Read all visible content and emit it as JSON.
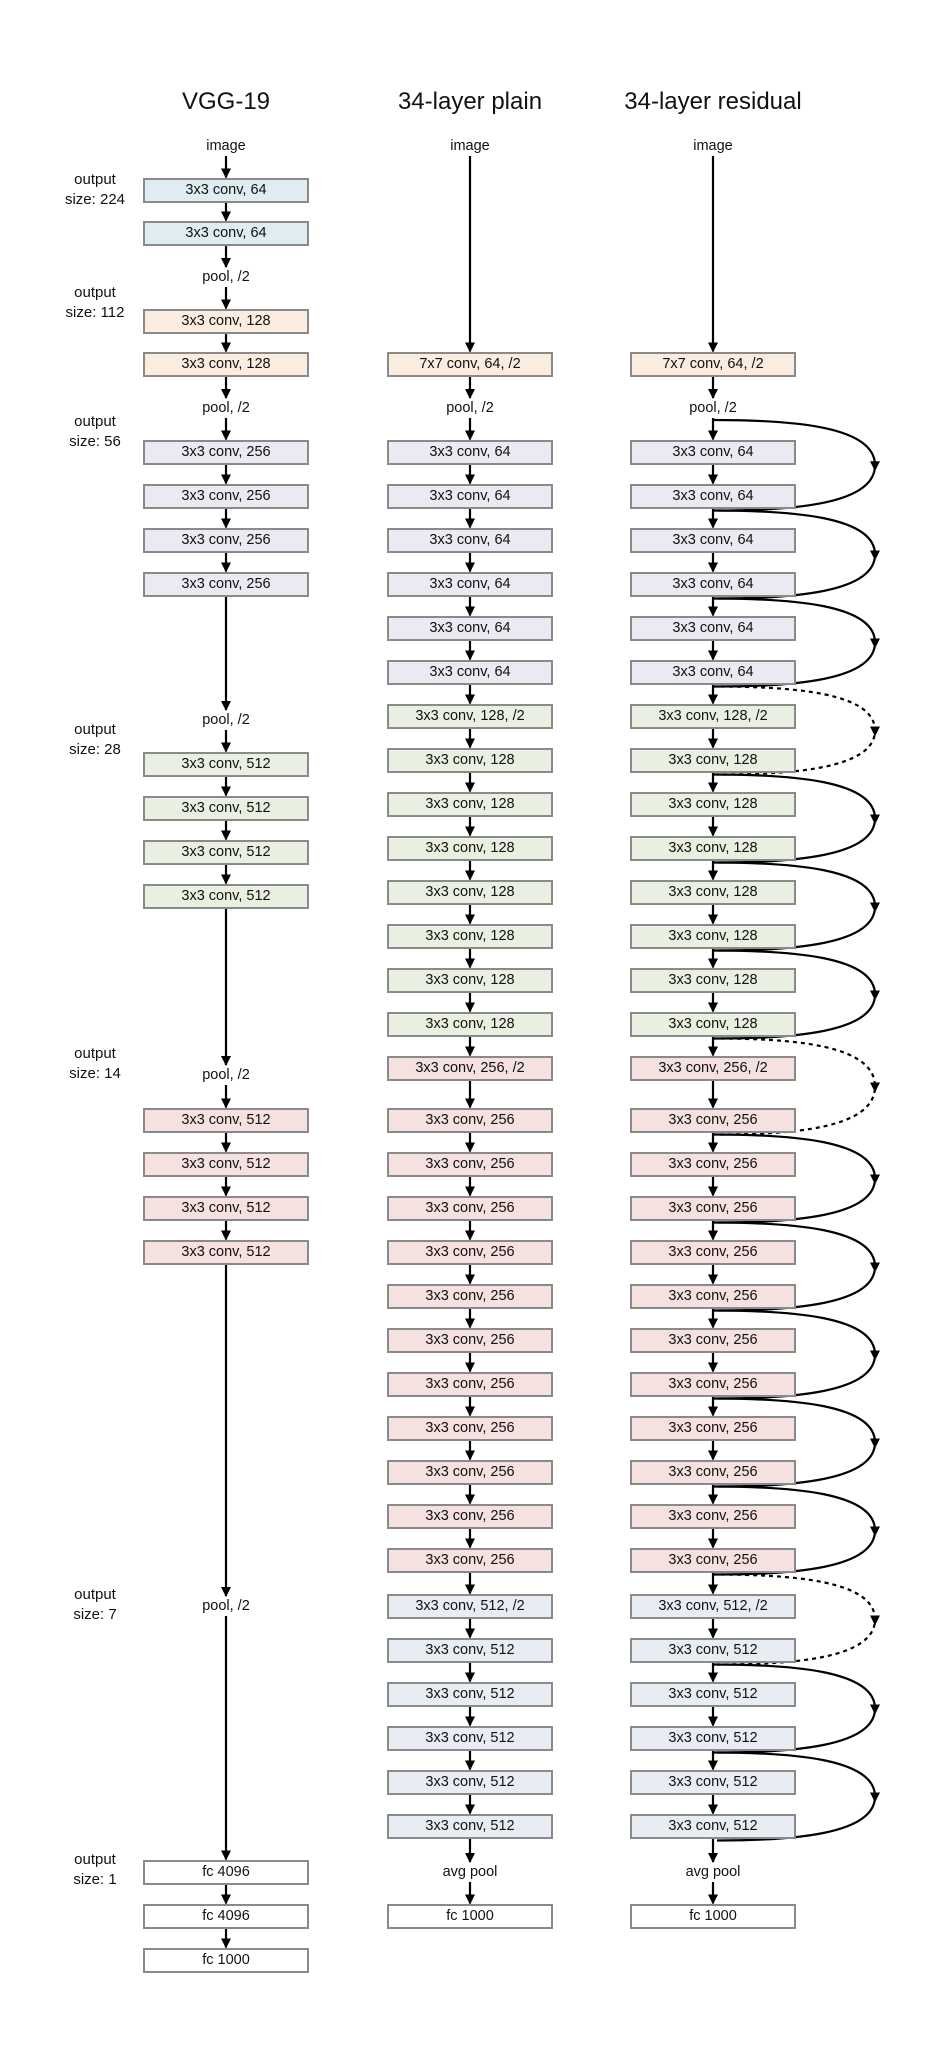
{
  "columns": [
    {
      "title": "VGG-19",
      "items": [
        {
          "text": "image",
          "kind": "label"
        },
        {
          "text": "3x3 conv, 64",
          "kind": "box",
          "color": "#dfecf2"
        },
        {
          "text": "3x3 conv, 64",
          "kind": "box",
          "color": "#dfecf2"
        },
        {
          "text": "pool, /2",
          "kind": "label"
        },
        {
          "text": "3x3 conv, 128",
          "kind": "box",
          "color": "#fbece0"
        },
        {
          "text": "3x3 conv, 128",
          "kind": "box",
          "color": "#fbece0"
        },
        {
          "text": "pool, /2",
          "kind": "label"
        },
        {
          "text": "3x3 conv, 256",
          "kind": "box",
          "color": "#ebe9f1"
        },
        {
          "text": "3x3 conv, 256",
          "kind": "box",
          "color": "#ebe9f1"
        },
        {
          "text": "3x3 conv, 256",
          "kind": "box",
          "color": "#ebe9f1"
        },
        {
          "text": "3x3 conv, 256",
          "kind": "box",
          "color": "#ebe9f1"
        },
        {
          "text": "pool, /2",
          "kind": "label"
        },
        {
          "text": "3x3 conv, 512",
          "kind": "box",
          "color": "#eaf0e1"
        },
        {
          "text": "3x3 conv, 512",
          "kind": "box",
          "color": "#eaf0e1"
        },
        {
          "text": "3x3 conv, 512",
          "kind": "box",
          "color": "#eaf0e1"
        },
        {
          "text": "3x3 conv, 512",
          "kind": "box",
          "color": "#eaf0e1"
        },
        {
          "text": "pool, /2",
          "kind": "label"
        },
        {
          "text": "3x3 conv, 512",
          "kind": "box",
          "color": "#f5e1df"
        },
        {
          "text": "3x3 conv, 512",
          "kind": "box",
          "color": "#f5e1df"
        },
        {
          "text": "3x3 conv, 512",
          "kind": "box",
          "color": "#f5e1df"
        },
        {
          "text": "3x3 conv, 512",
          "kind": "box",
          "color": "#f5e1df"
        },
        {
          "text": "pool, /2",
          "kind": "label"
        },
        {
          "text": "fc 4096",
          "kind": "box",
          "color": "#ffffff"
        },
        {
          "text": "fc 4096",
          "kind": "box",
          "color": "#ffffff"
        },
        {
          "text": "fc 1000",
          "kind": "box",
          "color": "#ffffff"
        }
      ]
    },
    {
      "title": "34-layer plain",
      "items": [
        {
          "text": "image",
          "kind": "label"
        },
        {
          "text": "7x7 conv, 64, /2",
          "kind": "box",
          "color": "#fbece0"
        },
        {
          "text": "pool, /2",
          "kind": "label"
        },
        {
          "text": "3x3 conv, 64",
          "kind": "box",
          "color": "#ebe9f1"
        },
        {
          "text": "3x3 conv, 64",
          "kind": "box",
          "color": "#ebe9f1"
        },
        {
          "text": "3x3 conv, 64",
          "kind": "box",
          "color": "#ebe9f1"
        },
        {
          "text": "3x3 conv, 64",
          "kind": "box",
          "color": "#ebe9f1"
        },
        {
          "text": "3x3 conv, 64",
          "kind": "box",
          "color": "#ebe9f1"
        },
        {
          "text": "3x3 conv, 64",
          "kind": "box",
          "color": "#ebe9f1"
        },
        {
          "text": "3x3 conv, 128, /2",
          "kind": "box",
          "color": "#eaf0e1"
        },
        {
          "text": "3x3 conv, 128",
          "kind": "box",
          "color": "#eaf0e1"
        },
        {
          "text": "3x3 conv, 128",
          "kind": "box",
          "color": "#eaf0e1"
        },
        {
          "text": "3x3 conv, 128",
          "kind": "box",
          "color": "#eaf0e1"
        },
        {
          "text": "3x3 conv, 128",
          "kind": "box",
          "color": "#eaf0e1"
        },
        {
          "text": "3x3 conv, 128",
          "kind": "box",
          "color": "#eaf0e1"
        },
        {
          "text": "3x3 conv, 128",
          "kind": "box",
          "color": "#eaf0e1"
        },
        {
          "text": "3x3 conv, 128",
          "kind": "box",
          "color": "#eaf0e1"
        },
        {
          "text": "3x3 conv, 256, /2",
          "kind": "box",
          "color": "#f5e1df"
        },
        {
          "text": "3x3 conv, 256",
          "kind": "box",
          "color": "#f5e1df"
        },
        {
          "text": "3x3 conv, 256",
          "kind": "box",
          "color": "#f5e1df"
        },
        {
          "text": "3x3 conv, 256",
          "kind": "box",
          "color": "#f5e1df"
        },
        {
          "text": "3x3 conv, 256",
          "kind": "box",
          "color": "#f5e1df"
        },
        {
          "text": "3x3 conv, 256",
          "kind": "box",
          "color": "#f5e1df"
        },
        {
          "text": "3x3 conv, 256",
          "kind": "box",
          "color": "#f5e1df"
        },
        {
          "text": "3x3 conv, 256",
          "kind": "box",
          "color": "#f5e1df"
        },
        {
          "text": "3x3 conv, 256",
          "kind": "box",
          "color": "#f5e1df"
        },
        {
          "text": "3x3 conv, 256",
          "kind": "box",
          "color": "#f5e1df"
        },
        {
          "text": "3x3 conv, 256",
          "kind": "box",
          "color": "#f5e1df"
        },
        {
          "text": "3x3 conv, 256",
          "kind": "box",
          "color": "#f5e1df"
        },
        {
          "text": "3x3 conv, 512, /2",
          "kind": "box",
          "color": "#e8ecf3"
        },
        {
          "text": "3x3 conv, 512",
          "kind": "box",
          "color": "#e8ecf3"
        },
        {
          "text": "3x3 conv, 512",
          "kind": "box",
          "color": "#e8ecf3"
        },
        {
          "text": "3x3 conv, 512",
          "kind": "box",
          "color": "#e8ecf3"
        },
        {
          "text": "3x3 conv, 512",
          "kind": "box",
          "color": "#e8ecf3"
        },
        {
          "text": "3x3 conv, 512",
          "kind": "box",
          "color": "#e8ecf3"
        },
        {
          "text": "avg pool",
          "kind": "label"
        },
        {
          "text": "fc 1000",
          "kind": "box",
          "color": "#ffffff"
        }
      ]
    },
    {
      "title": "34-layer residual",
      "items": [
        {
          "text": "image",
          "kind": "label"
        },
        {
          "text": "7x7 conv, 64, /2",
          "kind": "box",
          "color": "#fbece0"
        },
        {
          "text": "pool, /2",
          "kind": "label"
        },
        {
          "text": "3x3 conv, 64",
          "kind": "box",
          "color": "#ebe9f1"
        },
        {
          "text": "3x3 conv, 64",
          "kind": "box",
          "color": "#ebe9f1"
        },
        {
          "text": "3x3 conv, 64",
          "kind": "box",
          "color": "#ebe9f1"
        },
        {
          "text": "3x3 conv, 64",
          "kind": "box",
          "color": "#ebe9f1"
        },
        {
          "text": "3x3 conv, 64",
          "kind": "box",
          "color": "#ebe9f1"
        },
        {
          "text": "3x3 conv, 64",
          "kind": "box",
          "color": "#ebe9f1"
        },
        {
          "text": "3x3 conv, 128, /2",
          "kind": "box",
          "color": "#eaf0e1"
        },
        {
          "text": "3x3 conv, 128",
          "kind": "box",
          "color": "#eaf0e1"
        },
        {
          "text": "3x3 conv, 128",
          "kind": "box",
          "color": "#eaf0e1"
        },
        {
          "text": "3x3 conv, 128",
          "kind": "box",
          "color": "#eaf0e1"
        },
        {
          "text": "3x3 conv, 128",
          "kind": "box",
          "color": "#eaf0e1"
        },
        {
          "text": "3x3 conv, 128",
          "kind": "box",
          "color": "#eaf0e1"
        },
        {
          "text": "3x3 conv, 128",
          "kind": "box",
          "color": "#eaf0e1"
        },
        {
          "text": "3x3 conv, 128",
          "kind": "box",
          "color": "#eaf0e1"
        },
        {
          "text": "3x3 conv, 256, /2",
          "kind": "box",
          "color": "#f5e1df"
        },
        {
          "text": "3x3 conv, 256",
          "kind": "box",
          "color": "#f5e1df"
        },
        {
          "text": "3x3 conv, 256",
          "kind": "box",
          "color": "#f5e1df"
        },
        {
          "text": "3x3 conv, 256",
          "kind": "box",
          "color": "#f5e1df"
        },
        {
          "text": "3x3 conv, 256",
          "kind": "box",
          "color": "#f5e1df"
        },
        {
          "text": "3x3 conv, 256",
          "kind": "box",
          "color": "#f5e1df"
        },
        {
          "text": "3x3 conv, 256",
          "kind": "box",
          "color": "#f5e1df"
        },
        {
          "text": "3x3 conv, 256",
          "kind": "box",
          "color": "#f5e1df"
        },
        {
          "text": "3x3 conv, 256",
          "kind": "box",
          "color": "#f5e1df"
        },
        {
          "text": "3x3 conv, 256",
          "kind": "box",
          "color": "#f5e1df"
        },
        {
          "text": "3x3 conv, 256",
          "kind": "box",
          "color": "#f5e1df"
        },
        {
          "text": "3x3 conv, 256",
          "kind": "box",
          "color": "#f5e1df"
        },
        {
          "text": "3x3 conv, 512, /2",
          "kind": "box",
          "color": "#e8ecf3"
        },
        {
          "text": "3x3 conv, 512",
          "kind": "box",
          "color": "#e8ecf3"
        },
        {
          "text": "3x3 conv, 512",
          "kind": "box",
          "color": "#e8ecf3"
        },
        {
          "text": "3x3 conv, 512",
          "kind": "box",
          "color": "#e8ecf3"
        },
        {
          "text": "3x3 conv, 512",
          "kind": "box",
          "color": "#e8ecf3"
        },
        {
          "text": "3x3 conv, 512",
          "kind": "box",
          "color": "#e8ecf3"
        },
        {
          "text": "avg pool",
          "kind": "label"
        },
        {
          "text": "fc 1000",
          "kind": "box",
          "color": "#ffffff"
        }
      ]
    }
  ],
  "output_sizes": [
    {
      "line1": "output",
      "line2": "size: 224"
    },
    {
      "line1": "output",
      "line2": "size: 112"
    },
    {
      "line1": "output",
      "line2": "size: 56"
    },
    {
      "line1": "output",
      "line2": "size: 28"
    },
    {
      "line1": "output",
      "line2": "size: 14"
    },
    {
      "line1": "output",
      "line2": "size: 7"
    },
    {
      "line1": "output",
      "line2": "size: 1"
    }
  ],
  "shortcuts": [
    {
      "from": "pool, /2",
      "to": "second 3x3 conv, 64",
      "style": "solid"
    },
    {
      "from": "second 3x3 conv, 64",
      "to": "fourth 3x3 conv, 64",
      "style": "solid"
    },
    {
      "from": "fourth 3x3 conv, 64",
      "to": "sixth 3x3 conv, 64",
      "style": "solid"
    },
    {
      "from": "sixth 3x3 conv, 64",
      "to": "first 3x3 conv, 128",
      "style": "dashed"
    },
    {
      "from": "first 3x3 conv, 128",
      "to": "third 3x3 conv, 128",
      "style": "solid"
    },
    {
      "from": "third 3x3 conv, 128",
      "to": "fifth 3x3 conv, 128",
      "style": "solid"
    },
    {
      "from": "fifth 3x3 conv, 128",
      "to": "seventh 3x3 conv, 128",
      "style": "solid"
    },
    {
      "from": "seventh 3x3 conv, 128",
      "to": "first 3x3 conv, 256",
      "style": "dashed"
    },
    {
      "from": "first 3x3 conv, 256",
      "to": "third 3x3 conv, 256",
      "style": "solid"
    },
    {
      "from": "third 3x3 conv, 256",
      "to": "fifth 3x3 conv, 256",
      "style": "solid"
    },
    {
      "from": "fifth 3x3 conv, 256",
      "to": "seventh 3x3 conv, 256",
      "style": "solid"
    },
    {
      "from": "seventh 3x3 conv, 256",
      "to": "ninth 3x3 conv, 256",
      "style": "solid"
    },
    {
      "from": "ninth 3x3 conv, 256",
      "to": "eleventh 3x3 conv, 256",
      "style": "solid"
    },
    {
      "from": "eleventh 3x3 conv, 256",
      "to": "first 3x3 conv, 512",
      "style": "dashed"
    },
    {
      "from": "first 3x3 conv, 512",
      "to": "third 3x3 conv, 512",
      "style": "solid"
    },
    {
      "from": "third 3x3 conv, 512",
      "to": "fifth 3x3 conv, 512",
      "style": "solid"
    }
  ]
}
